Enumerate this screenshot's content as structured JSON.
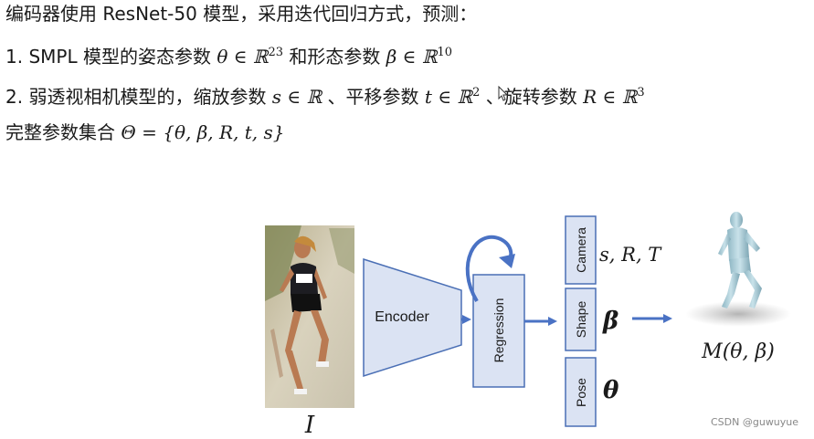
{
  "text": {
    "line1": "编码器使用 ResNet-50 模型，采用迭代回归方式，预测：",
    "line2": {
      "prefix": "1.  SMPL 模型的姿态参数 ",
      "theta_expr": "θ ∈ ℝ",
      "theta_sup": "23",
      "middle": " 和形态参数 ",
      "beta_expr": "β ∈ ℝ",
      "beta_sup": "10"
    },
    "line3": {
      "prefix": "2.  弱透视相机模型的，缩放参数 ",
      "s_expr": "s ∈ ℝ",
      "mid1": " 、平移参数 ",
      "t_expr": "t ∈ ℝ",
      "t_sup": "2",
      "mid2": " 、旋转参数 ",
      "r_expr": "R ∈ ℝ",
      "r_sup": "3"
    },
    "line4": {
      "prefix": "完整参数集合 ",
      "expr": "Θ = {θ, β, R, t, s}"
    }
  },
  "diagram": {
    "input_label": "I",
    "encoder_label": "Encoder",
    "regression_label": "Regression",
    "camera_label": "Camera",
    "shape_label": "Shape",
    "pose_label": "Pose",
    "camera_out": "s, R, T",
    "shape_out": "β",
    "pose_out": "θ",
    "model_out": "M(θ, β)",
    "colors": {
      "box_fill": "#dbe3f3",
      "box_stroke": "#4a6fb5",
      "arrow": "#4a72c4"
    }
  },
  "watermark": "CSDN @guwuyue"
}
